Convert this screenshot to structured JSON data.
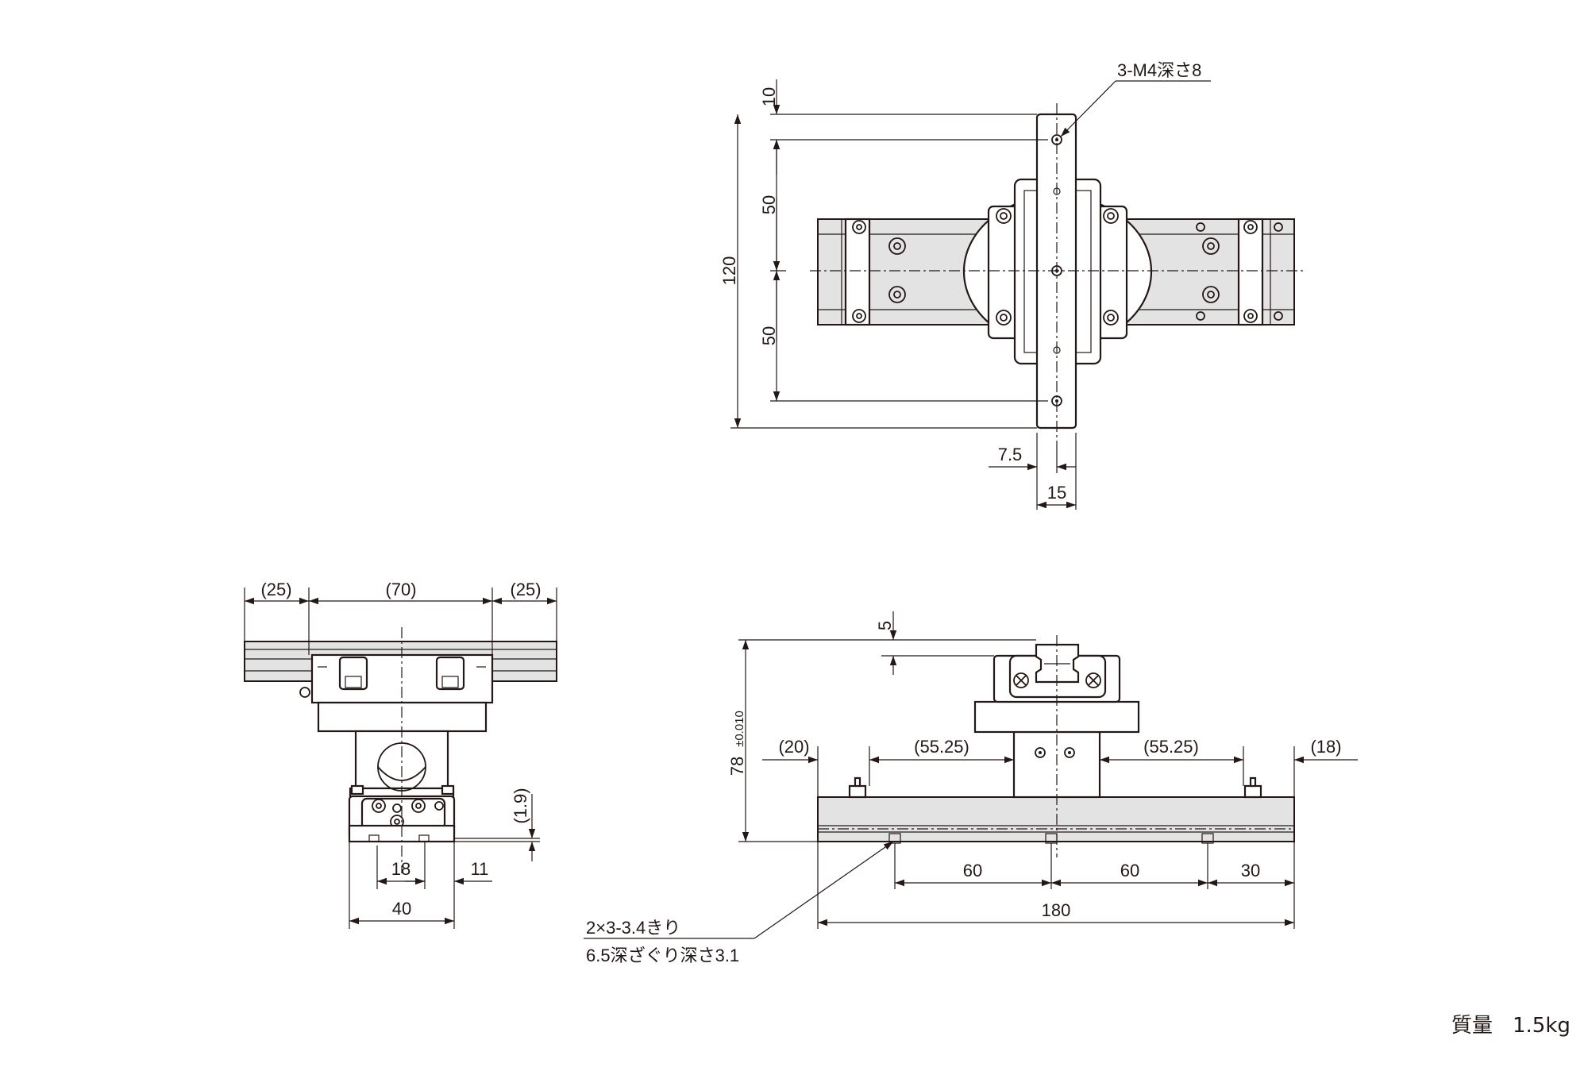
{
  "top_view": {
    "tap_note": "3-M4深さ8",
    "dim_10": "10",
    "dim_50_a": "50",
    "dim_50_b": "50",
    "dim_120": "120",
    "dim_7_5": "7.5",
    "dim_15": "15"
  },
  "side_view": {
    "dim_25_left": "(25)",
    "dim_70": "(70)",
    "dim_25_right": "(25)",
    "dim_1_9": "(1.9)",
    "dim_18": "18",
    "dim_11": "11",
    "dim_40": "40"
  },
  "front_view": {
    "dim_5": "5",
    "dim_78": "78",
    "dim_78_tol": "±0.010",
    "dim_20": "(20)",
    "dim_55_25_left": "(55.25)",
    "dim_55_25_right": "(55.25)",
    "dim_18": "(18)",
    "dim_60_a": "60",
    "dim_60_b": "60",
    "dim_30": "30",
    "dim_180": "180",
    "hole_note_1": "2×3-3.4きり",
    "hole_note_2": "6.5深ざぐり深さ3.1"
  },
  "mass": {
    "label": "質量",
    "value": "1.5kg"
  }
}
